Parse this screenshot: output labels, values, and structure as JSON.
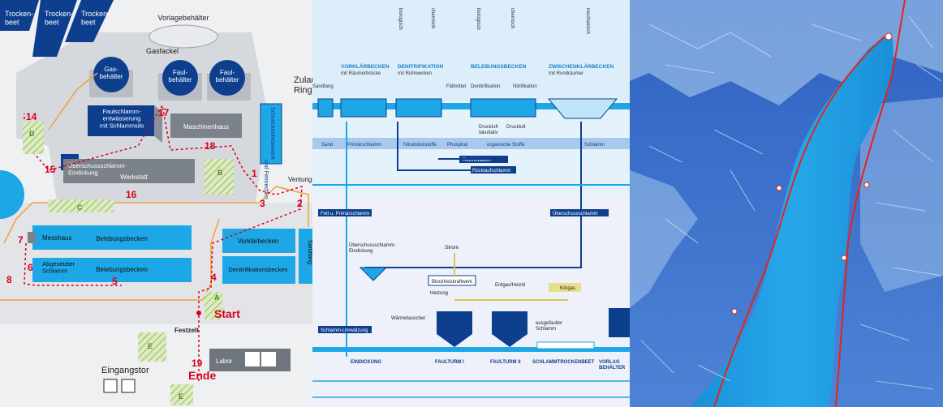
{
  "panels": {
    "plant_map": {
      "buildings": {
        "drying_beds": [
          "Trocken-\nbeet",
          "Trocken-\nbeet",
          "Trocken-\nbeet"
        ],
        "storage_tank": "Vorlagebehälter",
        "gas_flare": "Gasfackel",
        "gas_holder": "Gas-\nbehälter",
        "digester_1": "Faul-\nbehälter",
        "digester_2": "Faul-\nbehälter",
        "sludge_dewatering": "Faulschlamm-\nentwässerung\nmit Schlammsilo",
        "machine_house": "Maschinenhaus",
        "excess_sludge": "Überschussschlamm-\nEindickung",
        "workshop": "Werkstatt",
        "screw_lift": "Schneckenhebewerk\nund Feinrechen",
        "venturi": "Venturige",
        "measurement_house": "Messhaus",
        "aeration_basin_1": "Belebungsbecken",
        "settled_sludge": "Abgesetzter\nSchlamm",
        "aeration_basin_2": "Belebungsbecken",
        "primary_clarifier": "Vorklärbecken",
        "denitrification": "Denitrifikationsbecken",
        "sand_trap": "Sandfang",
        "lab": "Labor",
        "festzelt": "Festzelt",
        "inlet": "Zulauf\nRingk",
        "entrance_gate": "Eingangstor",
        "start": "Start",
        "end": "Ende"
      },
      "stations": [
        "14",
        "17",
        "18",
        "15",
        "16",
        "1",
        "2",
        "3",
        "4",
        "5",
        "6",
        "7",
        "8",
        "19"
      ],
      "zones": [
        "D",
        "B",
        "C",
        "A",
        "E",
        "E"
      ]
    },
    "process_diagram": {
      "column_headers": [
        "biologisch",
        "chemisch",
        "biologisch",
        "chemisch",
        "mechanisch"
      ],
      "stages": [
        {
          "title": "VORKLÄRBECKEN",
          "sub": "mit Räumerbrücke"
        },
        {
          "title": "DENITRIFIKATION",
          "sub": "mit Rührwerken"
        },
        {
          "title": "BELEBUNGSBECKEN",
          "sub": ""
        },
        {
          "title": "ZWISCHENKLÄRBECKEN",
          "sub": "mit Rundräumer"
        }
      ],
      "top_labels": {
        "sandfang": "Sandfang",
        "faellmittel": "Fällmittel",
        "denitrifikation": "Denitrifikation",
        "nitrifikation": "Nitrifikation",
        "druckluft_fak": "Druckluft\nfakultativ",
        "druckluft": "Druckluft"
      },
      "band_labels": [
        "Sand",
        "Primärschlamm",
        "Nitratstickstoffe",
        "Phosphat",
        "organische Stoffe",
        "Schlamm"
      ],
      "recirculation": [
        "Rezirkulation",
        "Rücklaufschlamm"
      ],
      "lower_labels": {
        "fett": "Fett u. Primärschlamm",
        "ueberschuss": "Überschussschlamm",
        "ueberschuss_eind": "Überschussschlamm-\nEindickung",
        "strom": "Strom",
        "bhkw": "Blockheizkraftwerk",
        "erdgas": "Erdgas/Heizöl",
        "heizung": "Heizung",
        "koerper": "Körgas",
        "waerme": "Wärmetauscher",
        "umwaelzung": "Schlamm-Umwälzung",
        "ausgefault": "ausgefaulter\nSchlamm"
      },
      "bottom_labels": [
        "EINDICKUNG",
        "FAULTURM I",
        "FAULTURM II",
        "SCHLAMMTROCKENBEET",
        "VORLAG\nBEHÄLTER"
      ]
    }
  },
  "colors": {
    "plant_blue": "#0d3f8e",
    "basin_blue": "#1ea7e6",
    "station_red": "#d7001d",
    "path_orange": "#f0a040",
    "zone_green": "#8cc63f",
    "process_bg": "#e3f2fb",
    "band": "#a9c8ec",
    "lake": "#1b9be0",
    "land": "#3a6fcb",
    "road_red": "#e0261c"
  }
}
